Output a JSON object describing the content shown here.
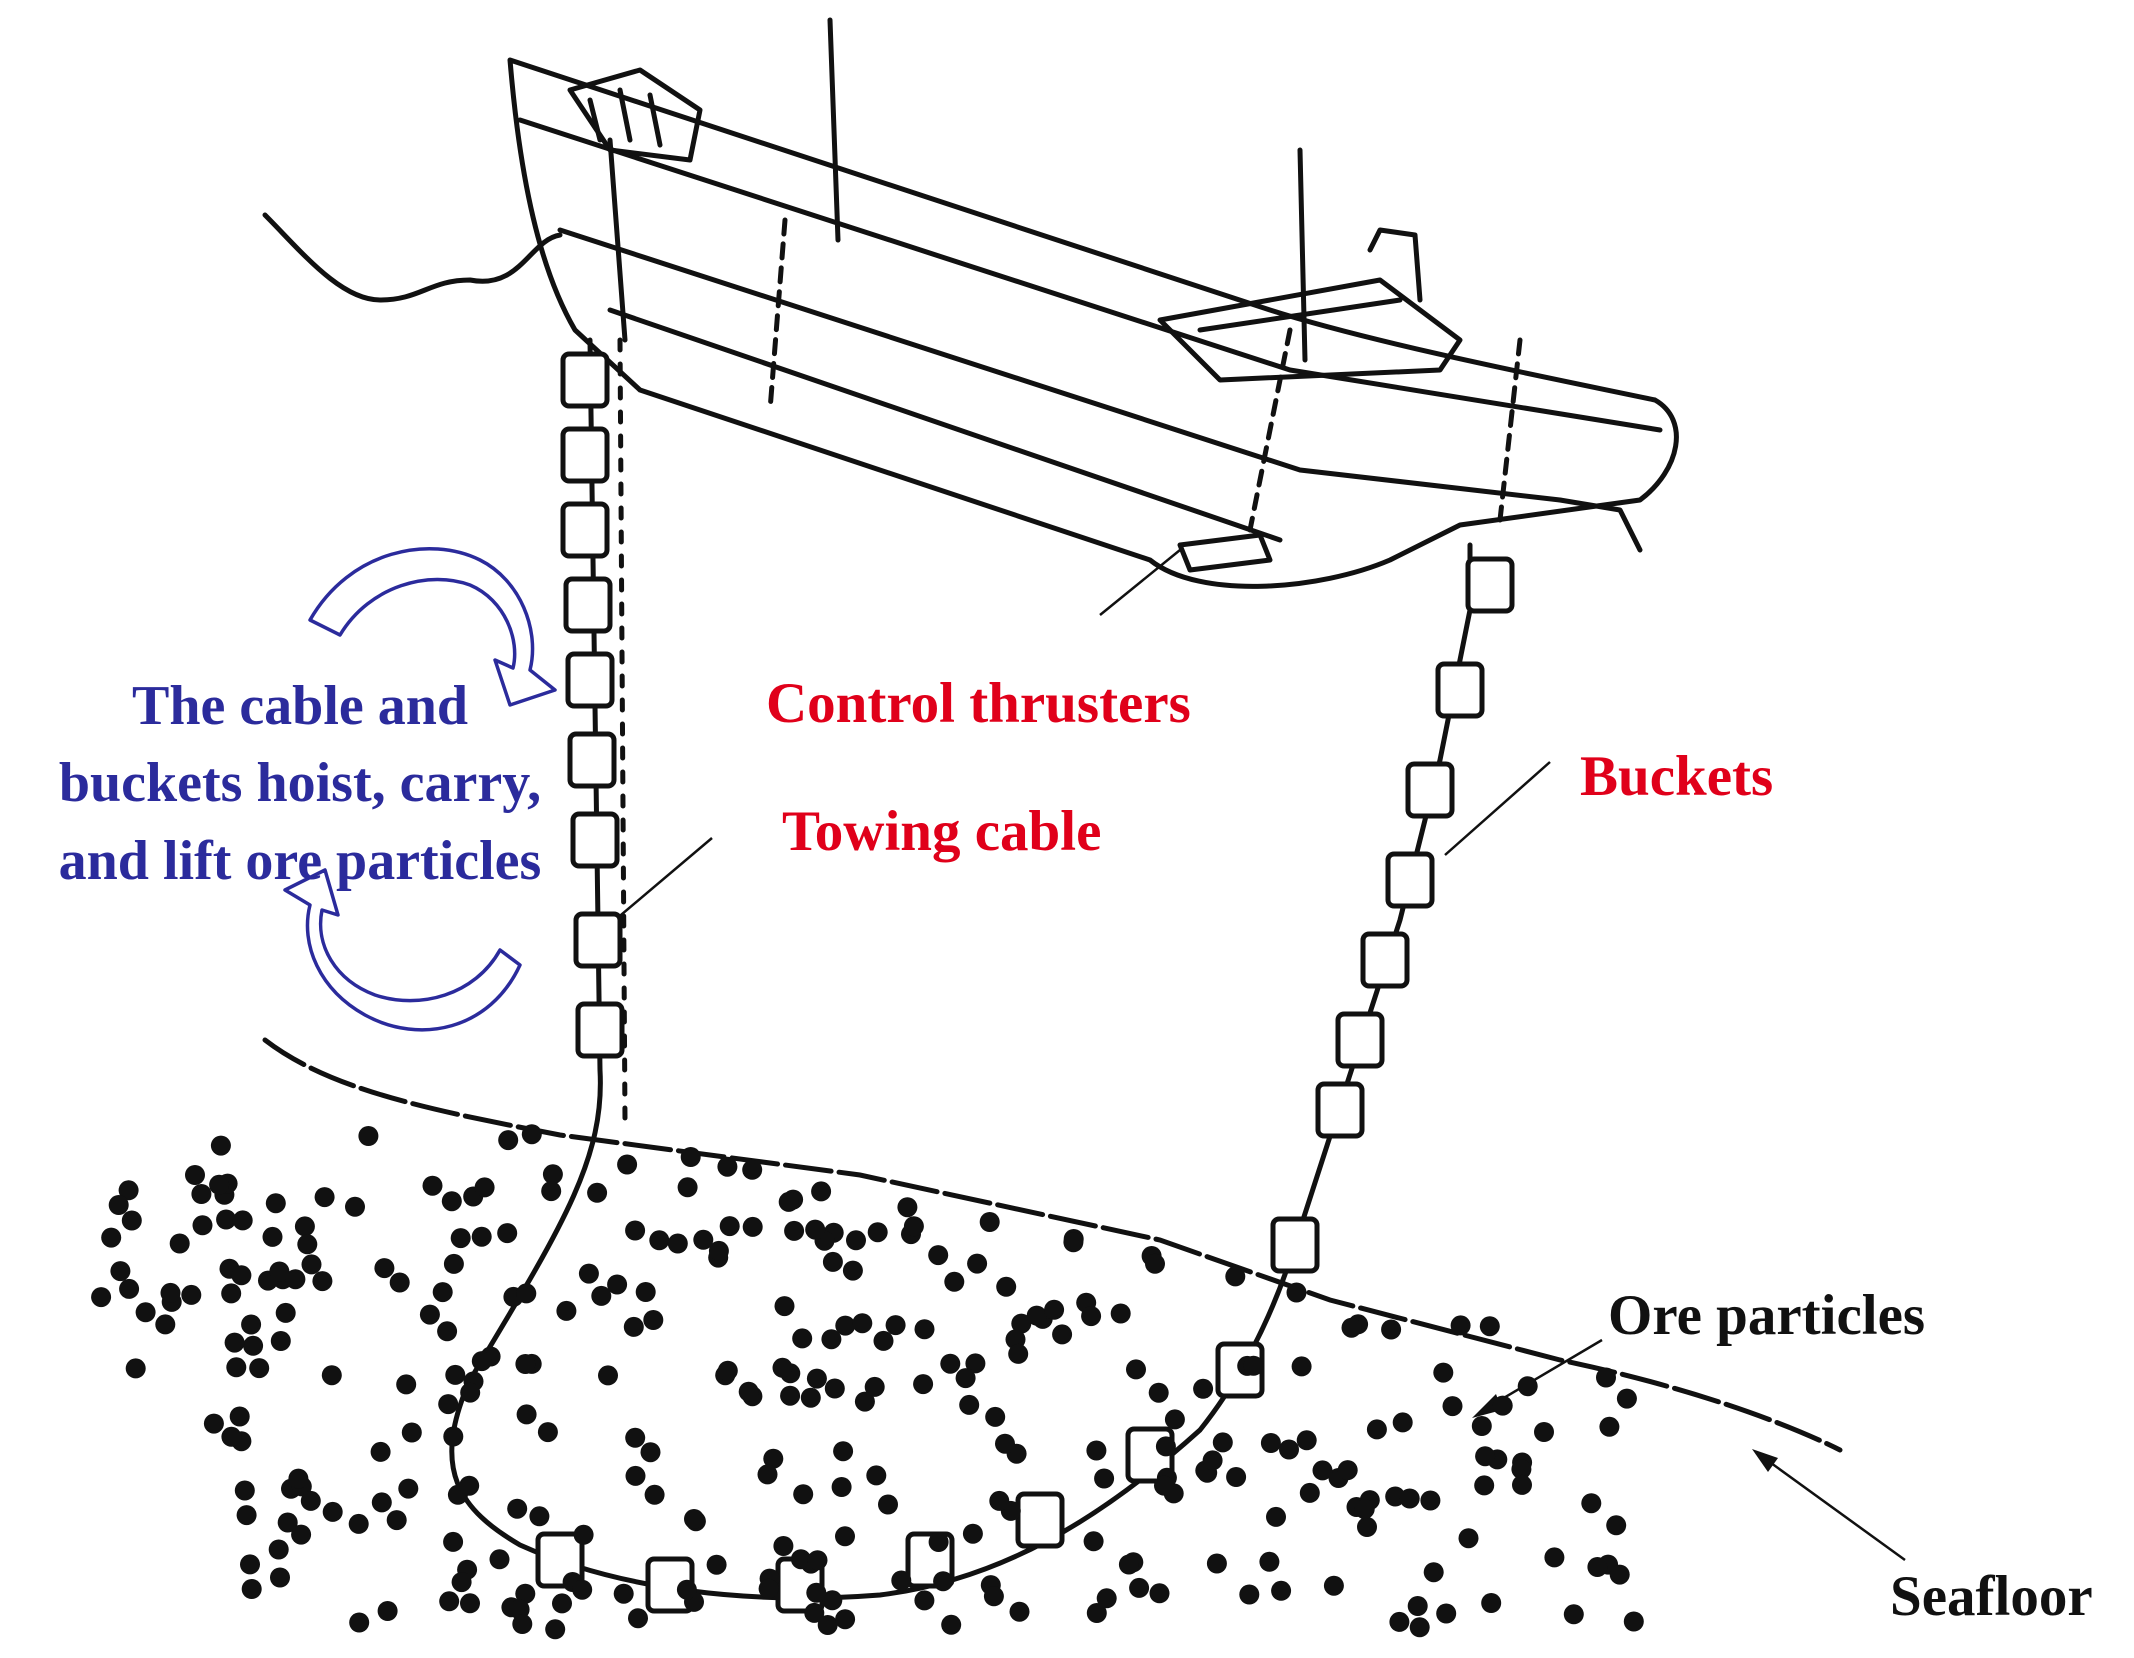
{
  "labels": {
    "control_thrusters": "Control thrusters",
    "towing_cable": "Towing cable",
    "buckets": "Buckets",
    "ore_particles": "Ore particles",
    "seafloor": "Seafloor",
    "hoist_description": [
      "The cable and",
      "buckets hoist, carry,",
      "and lift ore particles"
    ]
  },
  "colors": {
    "red_label": "#e0001a",
    "blue_label": "#2b2b9c",
    "line_art": "#111111"
  },
  "icons": {
    "upper_arrow": "curved-arrow-clockwise-icon",
    "lower_arrow": "curved-arrow-counterclockwise-icon"
  }
}
